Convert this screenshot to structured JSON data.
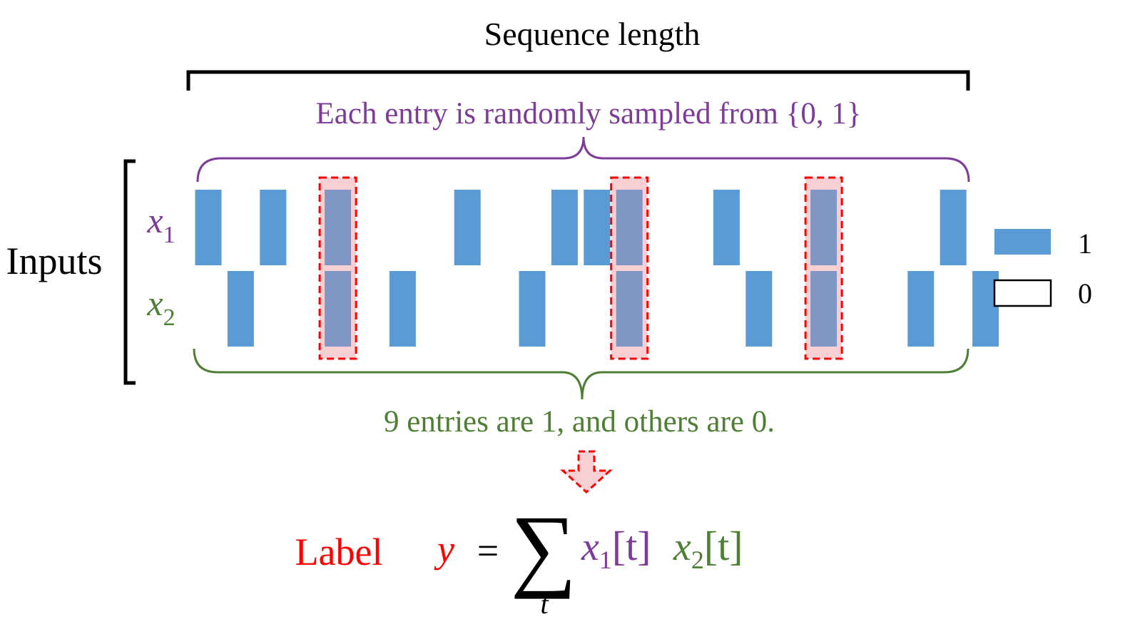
{
  "diagram": {
    "title": "Sequence length",
    "top_note": "Each entry is randomly sampled from {0, 1}",
    "bottom_note": "9 entries are 1, and others are 0.",
    "inputs_label": "Inputs",
    "row1": {
      "var": "x",
      "sub": "1"
    },
    "row2": {
      "var": "x",
      "sub": "2"
    },
    "legend": {
      "one": "1",
      "zero": "0"
    },
    "equation": {
      "label": "Label",
      "lhs": "y",
      "equals": "=",
      "sum_symbol": "∑",
      "sum_index": "t",
      "term1_var": "x",
      "term1_sub": "1",
      "term1_idx": "[t]",
      "term2_var": "x",
      "term2_sub": "2",
      "term2_idx": "[t]"
    },
    "sequence": {
      "row1": [
        1,
        0,
        1,
        0,
        1,
        0,
        0,
        0,
        1,
        0,
        0,
        1,
        1,
        1,
        0,
        0,
        1,
        0,
        0,
        1,
        0,
        0,
        0,
        1,
        0
      ],
      "row2": [
        0,
        1,
        0,
        0,
        1,
        0,
        1,
        0,
        0,
        0,
        1,
        0,
        0,
        1,
        0,
        0,
        0,
        1,
        0,
        1,
        0,
        0,
        1,
        0,
        1
      ]
    },
    "colors": {
      "bar": "#5b9bd5",
      "overlap_fill": "#f8d0d4",
      "overlap_border": "#ff0000",
      "purple": "#7d3c98",
      "green": "#4e7f34",
      "red": "#ff0000"
    }
  }
}
